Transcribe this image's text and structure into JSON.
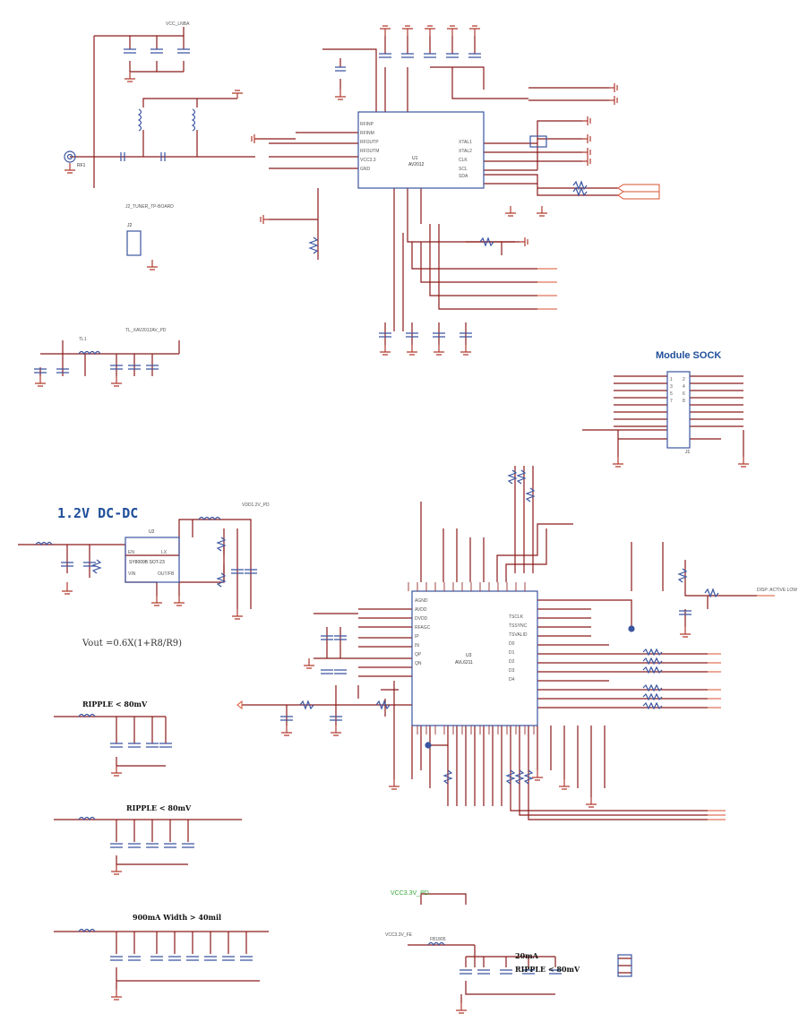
{
  "titles": {
    "module_sock": "Module SOCK",
    "dcdc": "1.2V  DC-DC",
    "formula": "Vout =0.6X(1+R8/R9)",
    "ripple_1": "RIPPLE < 80mV",
    "ripple_2": "RIPPLE < 80mV",
    "current_width": "900mA Width > 40mil",
    "ldo_current": "20mA",
    "ldo_ripple": "RIPPLE < 80mV",
    "vcc33_label": "VCC3.3V_PD"
  },
  "parts": {
    "tuner_ic": "U1",
    "tuner_ic_part": "AV2012",
    "demod_ic": "U3",
    "demod_ic_part": "AVL6211",
    "dcdc_ic": "U2",
    "dcdc_ic_part": "SY8009B SOT-23",
    "socket": "J1",
    "tuner_connector": "J2",
    "antenna": "RF1",
    "module_text": "Module SOCK",
    "vcc_lnba": "VCC_LNBA",
    "vdd_12v": "VDD1.2V_PD",
    "tuner_conn_label": "J2_TUNER_TP-BOARD",
    "tl_label": "TL_XAV2012AV_PD",
    "ts_label": "DISP: ACTIVE LOW"
  },
  "colors": {
    "wire": "#8b1a1a",
    "ground": "#b23a2e",
    "component": "#3b55a0",
    "net_label": "#d9502f",
    "text": "#333333",
    "title_blue": "#1f4e9a",
    "green_label": "#3aa63a"
  }
}
